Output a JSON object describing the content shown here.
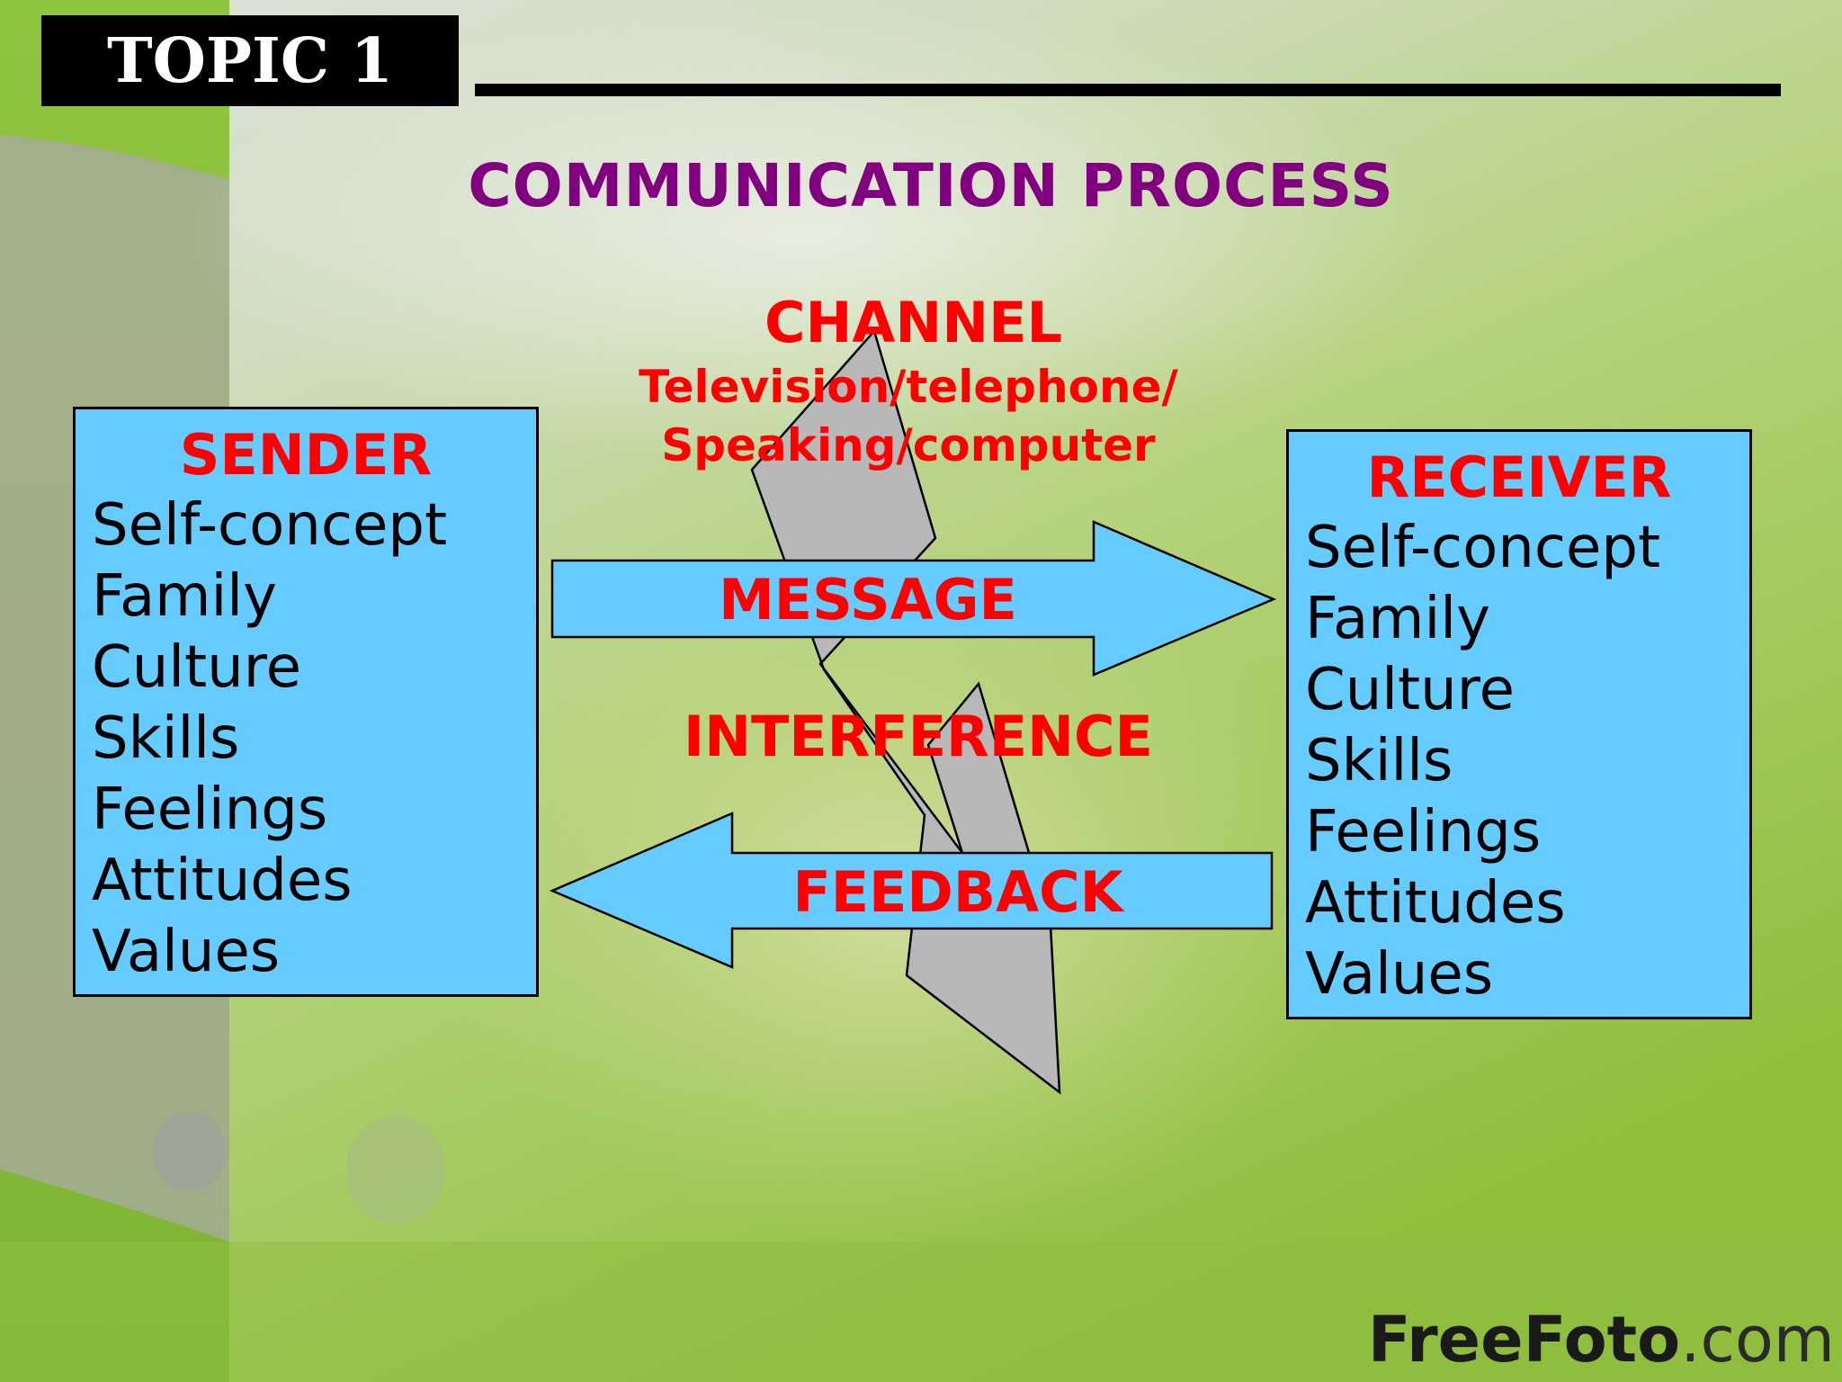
{
  "slide": {
    "topic": "TOPIC 1",
    "title": "COMMUNICATION PROCESS"
  },
  "sender": {
    "heading": "SENDER",
    "items": [
      "Self-concept",
      "Family",
      "Culture",
      "Skills",
      "Feelings",
      "Attitudes",
      "Values"
    ]
  },
  "receiver": {
    "heading": "RECEIVER",
    "items": [
      "Self-concept",
      "Family",
      "Culture",
      "Skills",
      "Feelings",
      "Attitudes",
      "Values"
    ]
  },
  "channel": {
    "label": "CHANNEL",
    "detail_line1": "Television/telephone/",
    "detail_line2": "Speaking/computer"
  },
  "message": {
    "label": "MESSAGE"
  },
  "interference": {
    "label": "INTERFERENCE"
  },
  "feedback": {
    "label": "FEEDBACK"
  },
  "watermark": {
    "brand": "FreeFoto",
    "tld": ".com"
  },
  "colors": {
    "box_fill": "#66ccff",
    "label_red": "#ff0000",
    "title_purple": "#800080",
    "bolt_gray": "#b8b8b8"
  }
}
